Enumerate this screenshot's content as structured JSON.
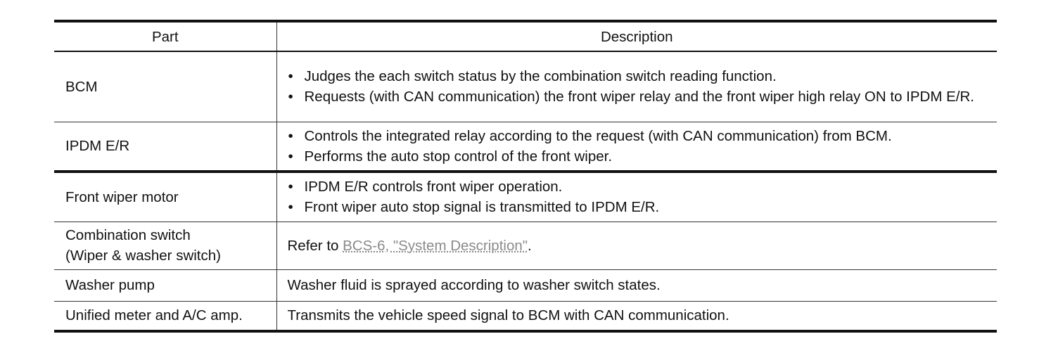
{
  "table": {
    "headers": {
      "part": "Part",
      "description": "Description"
    },
    "rows": [
      {
        "part": "BCM",
        "bullets": [
          "Judges the each switch status by the combination switch reading function.",
          "Requests (with CAN communication) the front wiper relay and the front wiper high relay ON to IPDM E/R."
        ]
      },
      {
        "part": "IPDM E/R",
        "bullets": [
          "Controls the integrated relay according to the request (with CAN communication) from BCM.",
          "Performs the auto stop control of the front wiper."
        ]
      },
      {
        "part": "Front wiper motor",
        "bullets": [
          "IPDM E/R controls front wiper operation.",
          "Front wiper auto stop signal is transmitted to IPDM E/R."
        ]
      },
      {
        "part_line1": "Combination switch",
        "part_line2": "(Wiper & washer switch)",
        "desc_prefix": "Refer to ",
        "link_text": "BCS-6, \"System Description\"",
        "desc_suffix": "."
      },
      {
        "part": "Washer pump",
        "desc": "Washer fluid is sprayed according to washer switch states."
      },
      {
        "part": "Unified meter and A/C amp.",
        "desc": "Transmits the vehicle speed signal to BCM with CAN communication."
      }
    ],
    "bullet_glyph": "•"
  }
}
